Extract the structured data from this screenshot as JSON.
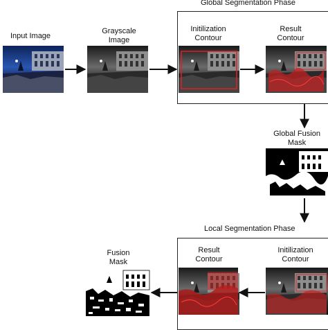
{
  "global_phase": {
    "title": "Global Segmentation Phase"
  },
  "local_phase": {
    "title": "Local Segmentation Phase"
  },
  "nodes": {
    "input_image": {
      "line1": "Input Image"
    },
    "grayscale_image": {
      "line1": "Grayscale",
      "line2": "Image"
    },
    "global_init_contour": {
      "line1": "Initilization",
      "line2": "Contour"
    },
    "global_result_contour": {
      "line1": "Result",
      "line2": "Contour"
    },
    "global_fusion_mask": {
      "line1": "Global Fusion",
      "line2": "Mask"
    },
    "local_result_contour": {
      "line1": "Result",
      "line2": "Contour"
    },
    "local_init_contour": {
      "line1": "Initilization",
      "line2": "Contour"
    },
    "fusion_mask": {
      "line1": "Fusion",
      "line2": "Mask"
    }
  },
  "colors": {
    "contour_red": "#e02020",
    "input_sky": "#1d3f8a",
    "mask_white": "#ffffff",
    "mask_black": "#000000"
  }
}
